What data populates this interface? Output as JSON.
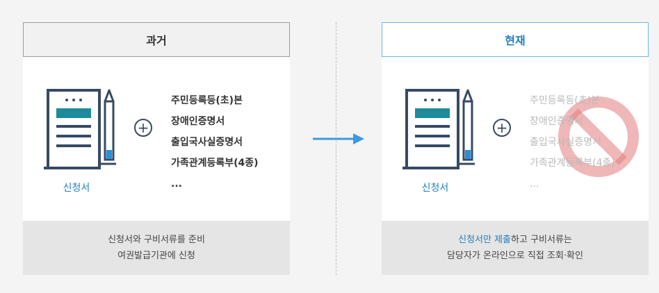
{
  "left_panel": {
    "title": "과거",
    "form_label": "신청서",
    "plus_symbol": "+",
    "documents": [
      "주민등록등(초)본",
      "장애인증명서",
      "출입국사실증명서",
      "가족관계등록부(4종)",
      "..."
    ],
    "footer_line1": "신청서와 구비서류를 준비",
    "footer_line2": "여권발급기관에 신청"
  },
  "right_panel": {
    "title": "현재",
    "form_label": "신청서",
    "plus_symbol": "+",
    "documents": [
      "주민등록등(초)본",
      "장애인증명서",
      "출입국사실증명서",
      "가족관계등록부(4종)",
      "..."
    ],
    "footer_line1_highlight": "신청서만 제출",
    "footer_line1_rest": "하고 구비서류는",
    "footer_line2": "담당자가 온라인으로 직접 조회·확인"
  },
  "icons": {
    "document_icon": "application-form-with-pen-icon",
    "plus_icon": "circled-plus-icon",
    "arrow_icon": "right-arrow-icon",
    "prohibit_icon": "no-sign-icon"
  },
  "colors": {
    "accent_blue": "#1f7fbf",
    "navy": "#374a63",
    "doc_teal": "#1f8a9a",
    "prohibit_red": "#e27b7b"
  }
}
